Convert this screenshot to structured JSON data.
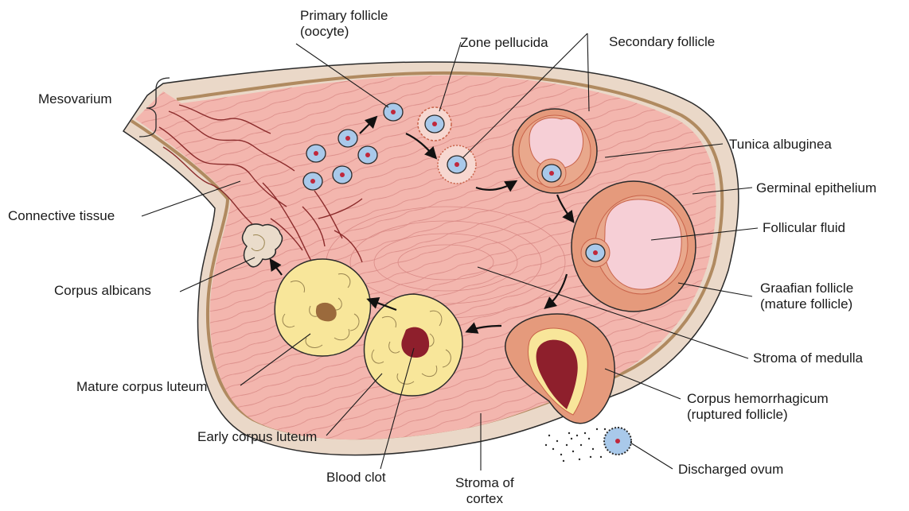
{
  "labels": {
    "primary_follicle": [
      "Primary follicle",
      "(oocyte)"
    ],
    "zone_pellucida": "Zone pellucida",
    "secondary_follicle": "Secondary follicle",
    "mesovarium": "Mesovarium",
    "tunica_albuginea": "Tunica albuginea",
    "germinal_epithelium": "Germinal epithelium",
    "connective_tissue": "Connective tissue",
    "follicular_fluid": "Follicular fluid",
    "corpus_albicans": "Corpus albicans",
    "graafian_follicle": [
      "Graafian follicle",
      "(mature follicle)"
    ],
    "stroma_of_medulla": "Stroma of medulla",
    "mature_corpus_luteum": "Mature corpus luteum",
    "corpus_hemorrhagicum": [
      "Corpus hemorrhagicum",
      "(ruptured follicle)"
    ],
    "early_corpus_luteum": "Early corpus luteum",
    "discharged_ovum": "Discharged ovum",
    "blood_clot": "Blood clot",
    "stroma_of_cortex": [
      "Stroma of",
      "cortex"
    ]
  },
  "colors": {
    "capsule": "#ead8c8",
    "tunica": "#b08a60",
    "stroma": "#f3b6ae",
    "fiber": "#d98a86",
    "follicle_wall": "#e59a7c",
    "follicle_wall_dark": "#c8634a",
    "antrum": "#f6cfd6",
    "oocyte": "#a9c9ea",
    "nucleus": "#c0283c",
    "luteum": "#f8e69a",
    "blood": "#8e1f2c",
    "albicans": "#eadccb",
    "outline": "#2a2a2a"
  }
}
